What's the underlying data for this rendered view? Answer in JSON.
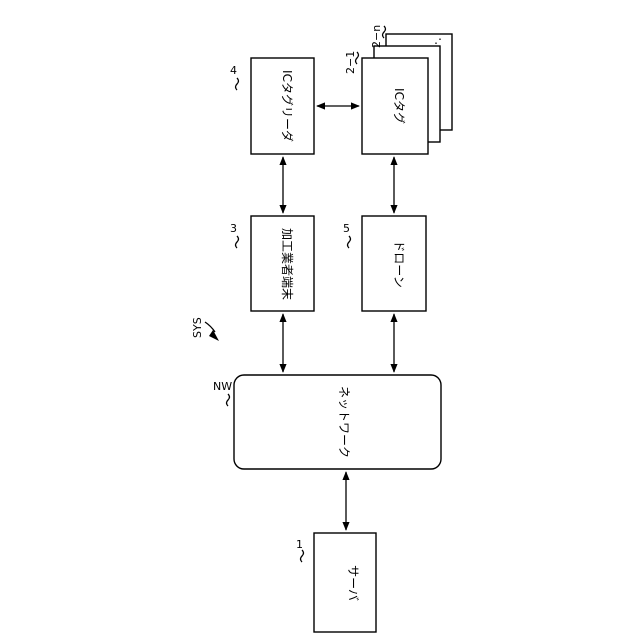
{
  "system_label": "SYS",
  "network": {
    "ref": "NW",
    "label": "ネットワーク"
  },
  "server": {
    "ref": "1",
    "label": "サーバ"
  },
  "terminal": {
    "ref": "3",
    "label": "加工業者端末"
  },
  "drone": {
    "ref": "5",
    "label": "ドローン"
  },
  "reader": {
    "ref": "4",
    "label": "ICタグリーダ"
  },
  "tags": {
    "ref_first": "2−1",
    "ref_last": "2−n",
    "label": "ICタグ"
  }
}
